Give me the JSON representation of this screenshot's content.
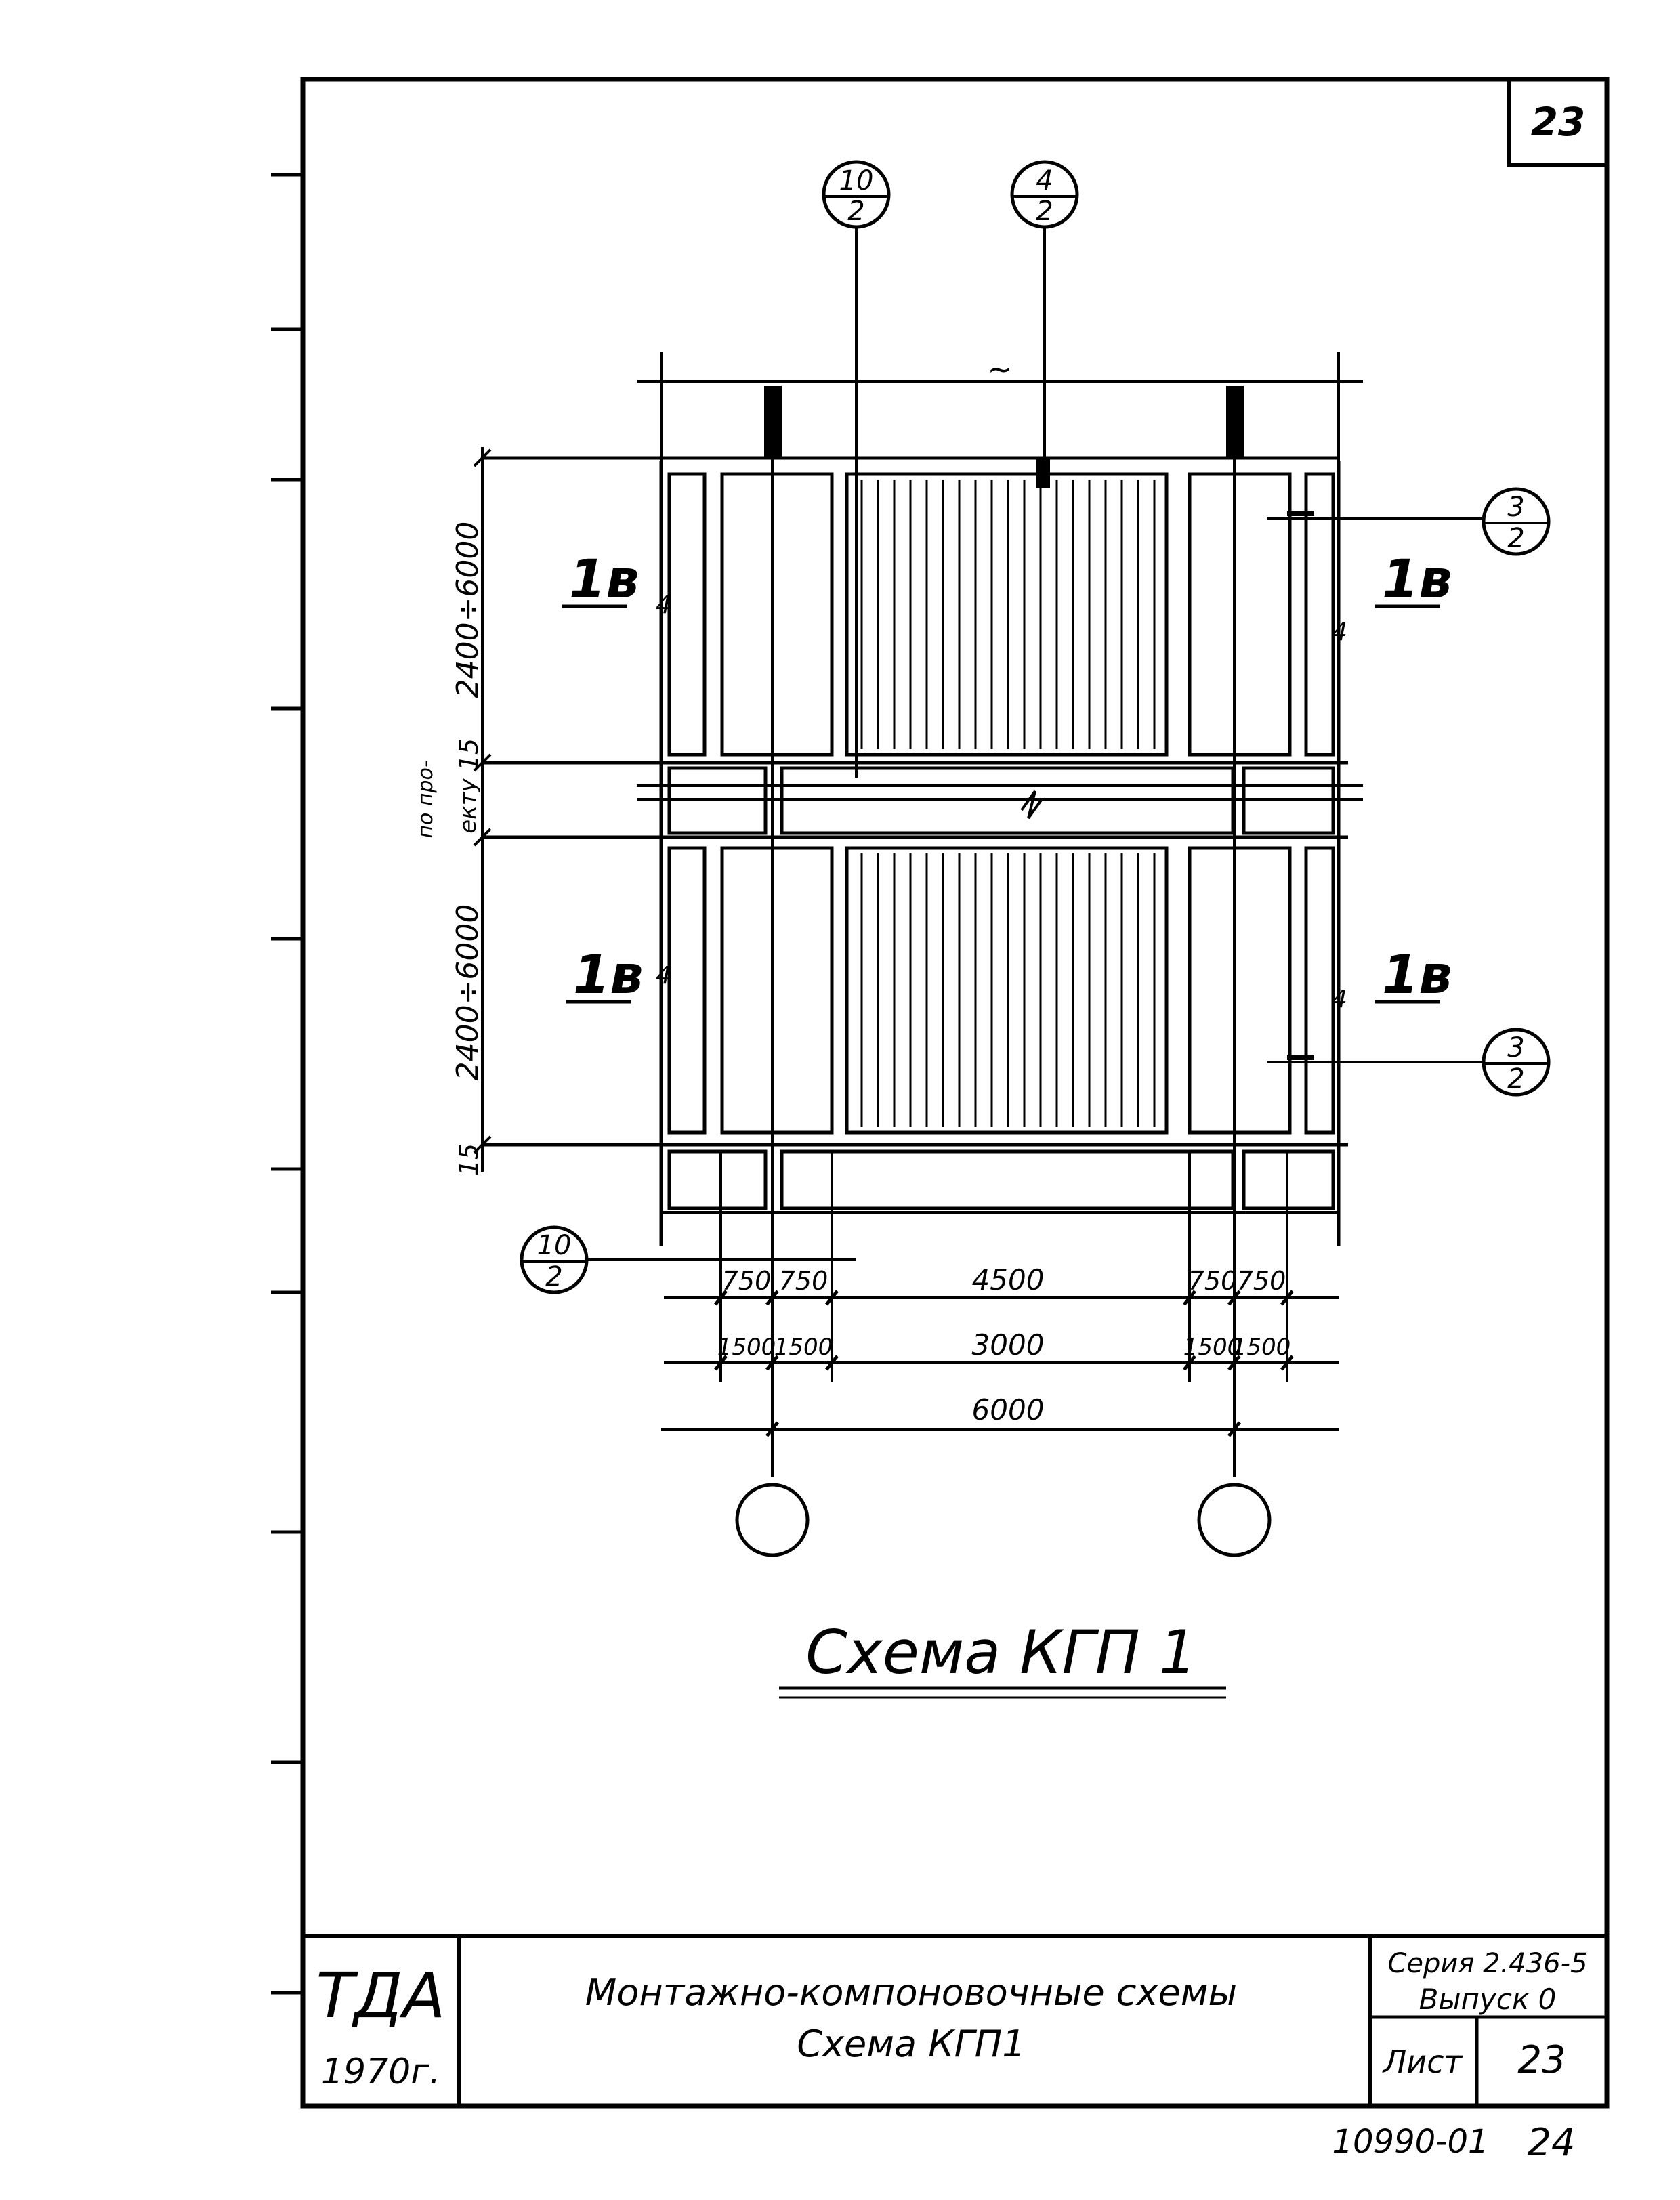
{
  "corner_number": "23",
  "callouts": {
    "top_left": {
      "num": "10",
      "den": "2"
    },
    "top_right": {
      "num": "4",
      "den": "2"
    },
    "right_upper": {
      "num": "3",
      "den": "2"
    },
    "right_lower": {
      "num": "3",
      "den": "2"
    },
    "left_bottom": {
      "num": "10",
      "den": "2"
    }
  },
  "top_dimension": "~",
  "panel_marks": [
    "1в",
    "1в",
    "1в",
    "1в"
  ],
  "marks": [
    "4",
    "4",
    "4",
    "4"
  ],
  "left_dimensions": {
    "upper_span": "2400÷6000",
    "small_upper": "15",
    "joint_note_line1": "по про-",
    "joint_note_line2": "екту",
    "lower_span": "2400÷6000",
    "small_lower": "15"
  },
  "bottom_dimensions": {
    "row1": [
      "750",
      "750",
      "4500",
      "750",
      "750"
    ],
    "row2": [
      "1500",
      "1500",
      "3000",
      "1500",
      "1500"
    ],
    "row3": [
      "6000"
    ]
  },
  "axis_labels": [
    "",
    ""
  ],
  "scheme_title": "Схема КГП 1",
  "title_block": {
    "org": "ТДА",
    "year": "1970г.",
    "title_line1": "Монтажно-компоновочные схемы",
    "title_line2": "Схема КГП1",
    "series": "Серия 2.436-5",
    "issue": "Выпуск 0",
    "sheet_label": "Лист",
    "sheet_number": "23"
  },
  "doc_number": "10990-01",
  "page_number": "24"
}
